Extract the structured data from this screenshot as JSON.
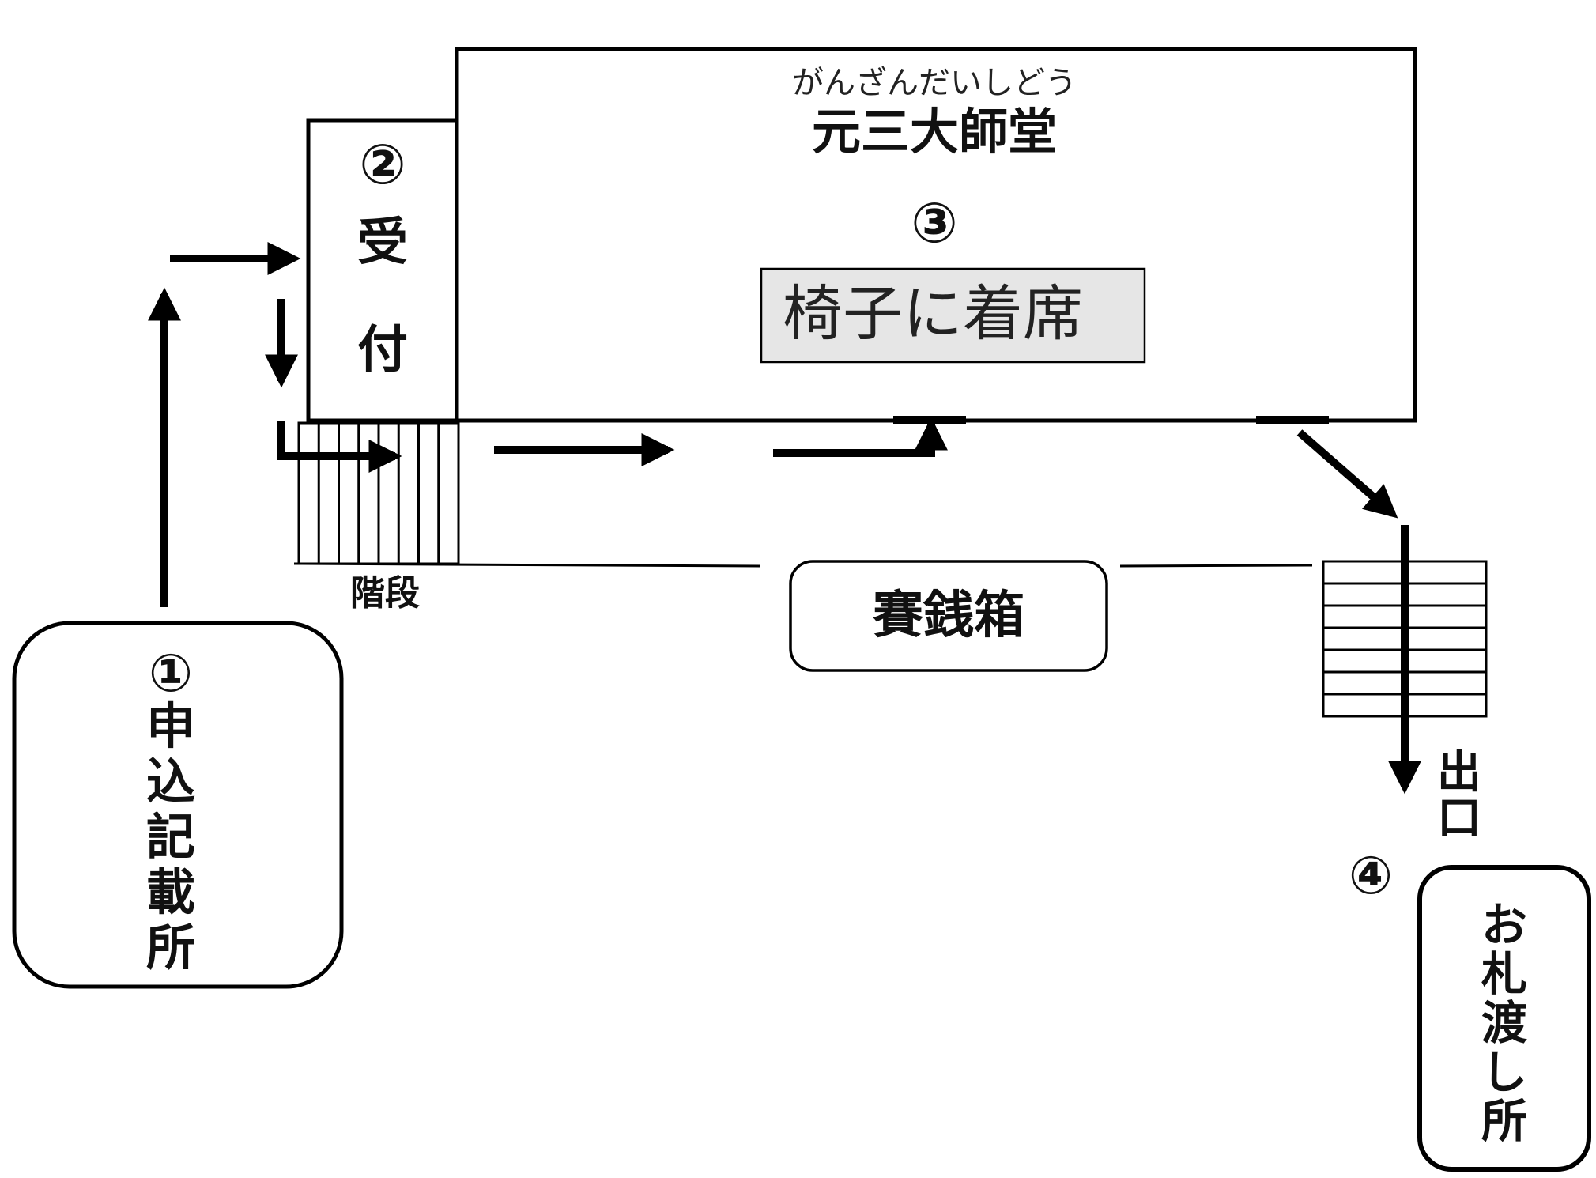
{
  "hall": {
    "furigana": "がんざんだいしどう",
    "name": "元三大師堂"
  },
  "step1": {
    "number": "①",
    "chars": [
      "申",
      "込",
      "記",
      "載",
      "所"
    ]
  },
  "step2": {
    "number": "②",
    "chars": [
      "受",
      "付"
    ]
  },
  "step3": {
    "number": "③",
    "label": "椅子に着席"
  },
  "step4": {
    "number": "④",
    "chars": [
      "お",
      "札",
      "渡",
      "し",
      "所"
    ]
  },
  "stairs_label": "階段",
  "offering_box": "賽銭箱",
  "exit": {
    "chars": [
      "出",
      "口"
    ]
  },
  "colors": {
    "line": "#000000",
    "seat_fill": "#e6e6e6",
    "background": "#ffffff"
  }
}
